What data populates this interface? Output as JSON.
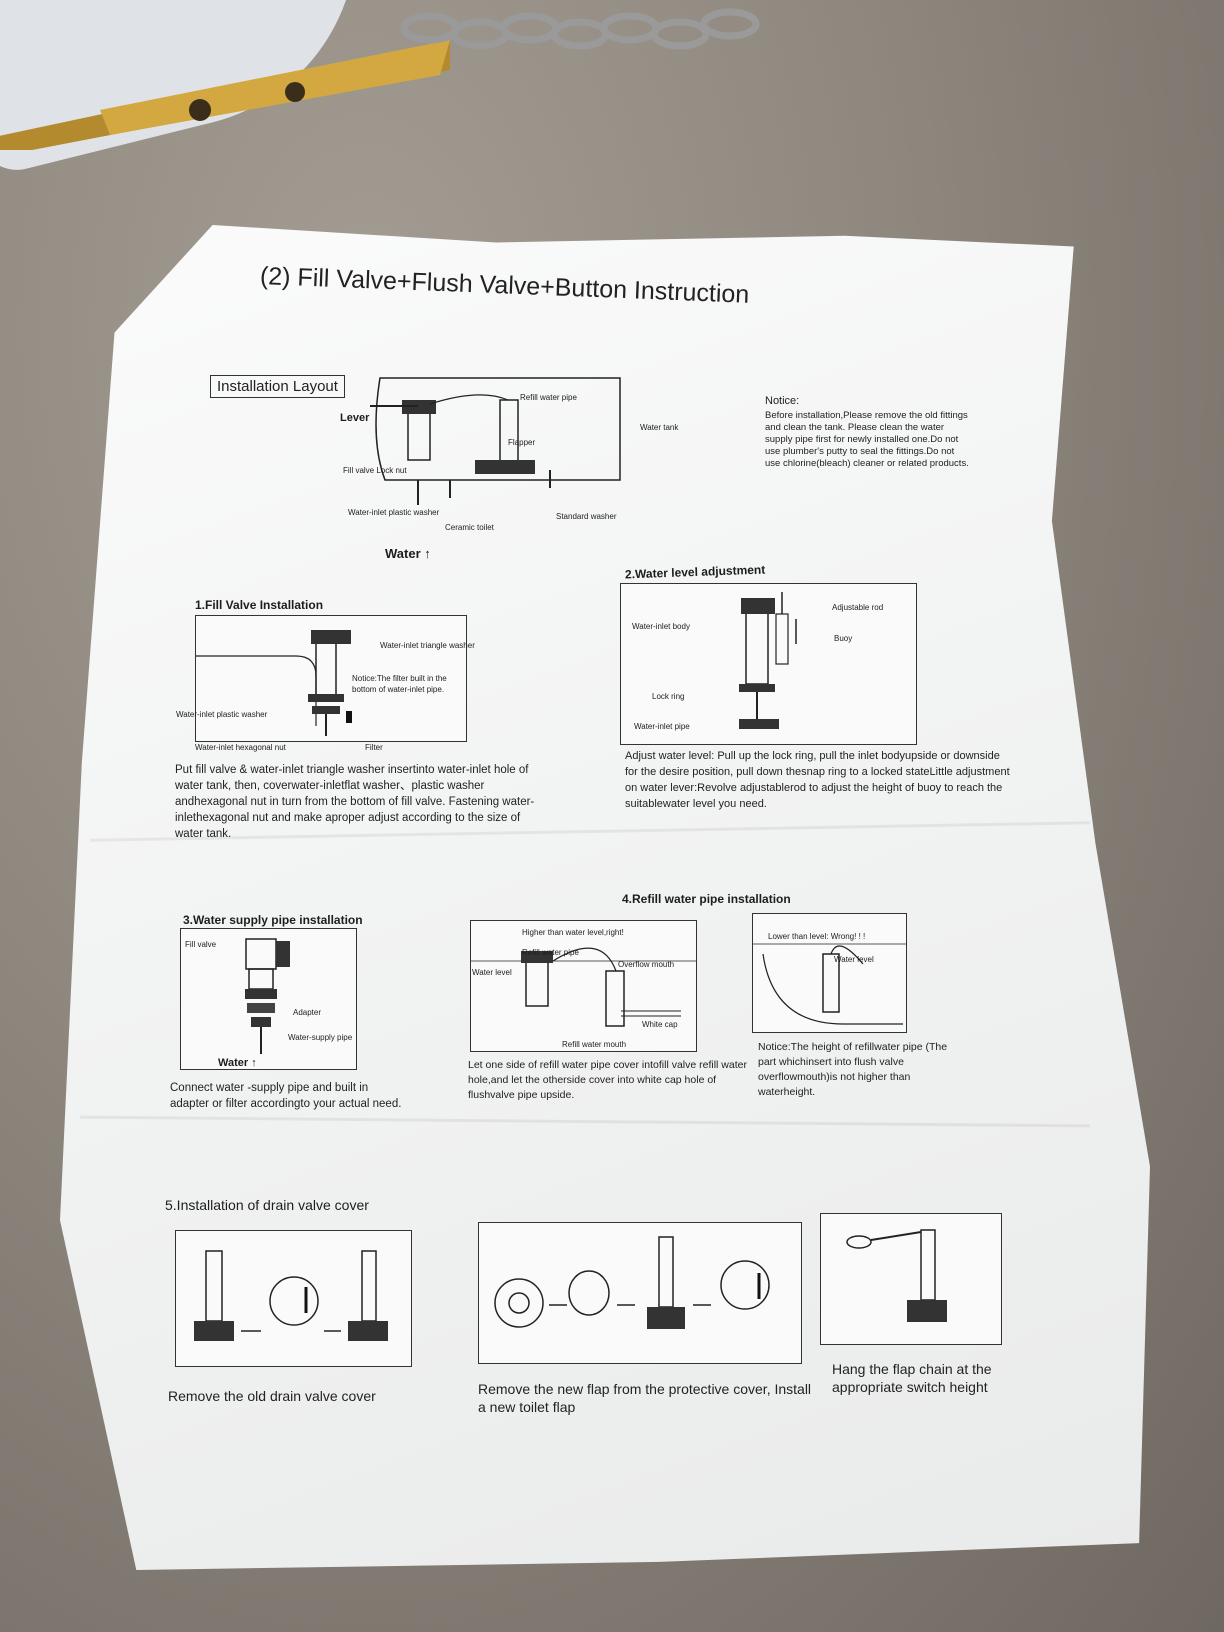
{
  "title": "(2) Fill Valve+Flush Valve+Button Instruction",
  "layout": {
    "box_label": "Installation Layout",
    "lever": "Lever",
    "refill_water_pipe": "Refill water pipe",
    "flapper": "Flapper",
    "water_tank": "Water tank",
    "fill_valve_lock_nut": "Fill valve Lock nut",
    "water_inlet_plastic_washer": "Water-inlet plastic washer",
    "ceramic_toilet": "Ceramic toilet",
    "standard_washer": "Standard washer",
    "water": "Water",
    "notice_heading": "Notice:",
    "notice_text": "Before installation,Please remove the old fittings and clean the tank. Please clean the water supply pipe first for newly installed one.Do not use plumber's putty to seal the fittings.Do not use chlorine(bleach) cleaner or related products."
  },
  "section1": {
    "heading": "1.Fill Valve Installation",
    "triangle_washer": "Water-inlet triangle washer",
    "notice": "Notice:The filter built in the bottom of water-inlet pipe.",
    "plastic_washer": "Water-inlet plastic washer",
    "hex_nut": "Water-inlet hexagonal nut",
    "filter": "Filter",
    "text": "Put fill valve & water-inlet triangle washer insertinto water-inlet hole of water tank, then, coverwater-inletflat washer、plastic washer andhexagonal nut in turn from the bottom of fill valve. Fastening water-inlethexagonal nut and make aproper adjust according to the size of water tank."
  },
  "section2": {
    "heading": "2.Water level adjustment",
    "adjustable_rod": "Adjustable rod",
    "inlet_body": "Water-inlet body",
    "buoy": "Buoy",
    "lock_ring": "Lock ring",
    "inlet_pipe": "Water-inlet pipe",
    "text": "Adjust water level: Pull up the lock ring, pull the inlet bodyupside or downside for the desire position, pull down thesnap ring to a locked stateLittle adjustment on water lever:Revolve adjustablerod to adjust the height of buoy to reach the suitablewater level you need."
  },
  "section3": {
    "heading": "3.Water supply pipe installation",
    "fill_valve": "Fill valve",
    "adapter": "Adapter",
    "supply_pipe": "Water-supply pipe",
    "water": "Water",
    "text": "Connect water -supply pipe and built in adapter or filter accordingto your actual need."
  },
  "section4": {
    "heading": "4.Refill water pipe installation",
    "higher": "Higher than water level,right!",
    "refill_pipe": "Refill water pipe",
    "water_level": "Water level",
    "overflow_mouth": "Overflow mouth",
    "white_cap": "White cap",
    "refill_mouth": "Refill water mouth",
    "lower": "Lower than level: Wrong! ! !",
    "water_level_2": "Water level",
    "text": "Let one side of refill water pipe cover intofill valve refill water hole,and let the otherside cover into white cap hole of flushvalve pipe upside.",
    "notice": "Notice:The height of refillwater pipe (The part whichinsert into flush valve overflowmouth)is not higher than waterheight."
  },
  "section5": {
    "heading": "5.Installation of drain valve cover",
    "cap1": "Remove the old drain valve cover",
    "cap2": "Remove the new flap from the protective cover, Install a new toilet flap",
    "cap3": "Hang the flap chain at the appropriate switch height"
  }
}
